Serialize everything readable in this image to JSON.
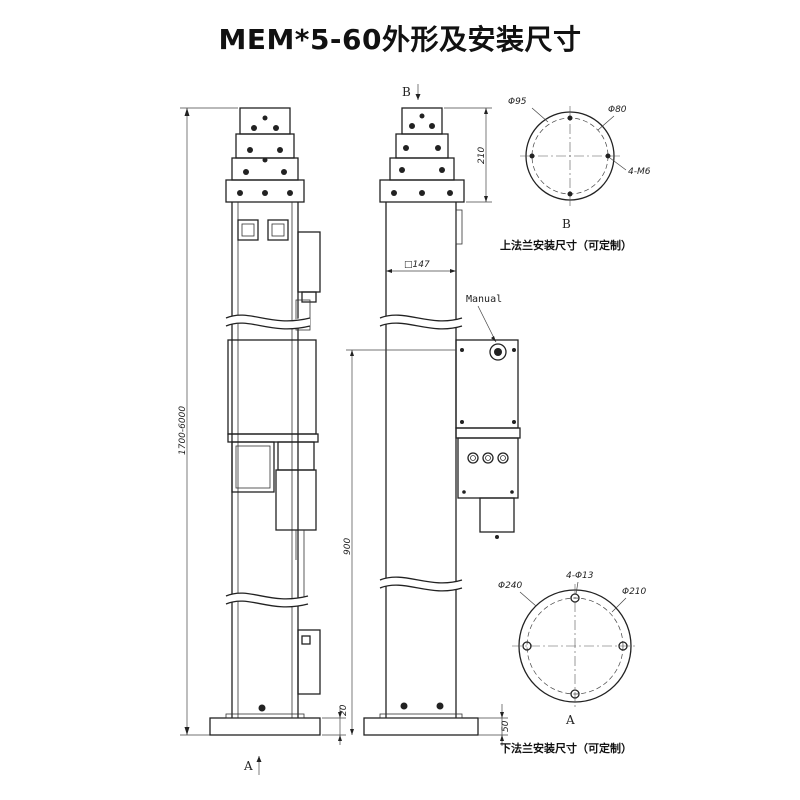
{
  "title": "MEM*5-60外形及安装尺寸",
  "dimensions": {
    "total_height": "1700-6000",
    "base_thickness": "20",
    "top_stack": "210",
    "section_width": "□147",
    "manual_height": "900",
    "base_side": "50"
  },
  "labels": {
    "manual": "Manual",
    "view_b": "B",
    "view_a": "A"
  },
  "top_flange": {
    "caption": "上法兰安装尺寸（可定制）",
    "outer": "Φ95",
    "inner": "Φ80",
    "holes": "4-M6"
  },
  "bottom_flange": {
    "caption": "下法兰安装尺寸（可定制）",
    "outer": "Φ240",
    "inner": "Φ210",
    "holes": "4-Φ13"
  }
}
